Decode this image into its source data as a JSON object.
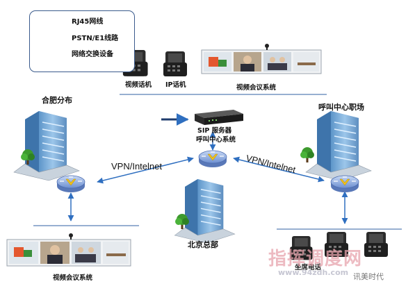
{
  "legend": {
    "rj45": "RJ45网线",
    "pstn": "PSTN/E1线路",
    "switch": "网络交换设备"
  },
  "nodes": {
    "hefei": "合肥分布",
    "callcenter_site": "呼叫中心职场",
    "beijing": "北京总部",
    "video_phone": "视频话机",
    "ip_phone": "IP话机",
    "video_conf_top": "视频会议系统",
    "video_conf_bottom": "视频会议系统",
    "sip_server": "SIP  服务器",
    "callcenter_system": "呼叫中心系统",
    "seat_phone_label": "坐席电话"
  },
  "links": {
    "vpn_left": "VPN/Intelnet",
    "vpn_right": "VPN/Intelnet"
  },
  "watermark": {
    "main": "指挥调度网",
    "url": "www.94zdh.com",
    "wechat": "讯美时代"
  },
  "colors": {
    "line": "#2f5fa3",
    "arrow": "#2f6fc0",
    "router": "#8fb0e6",
    "router_v": "#f2c21b",
    "building": "#7fb2de",
    "tree": "#3d9a2e"
  }
}
